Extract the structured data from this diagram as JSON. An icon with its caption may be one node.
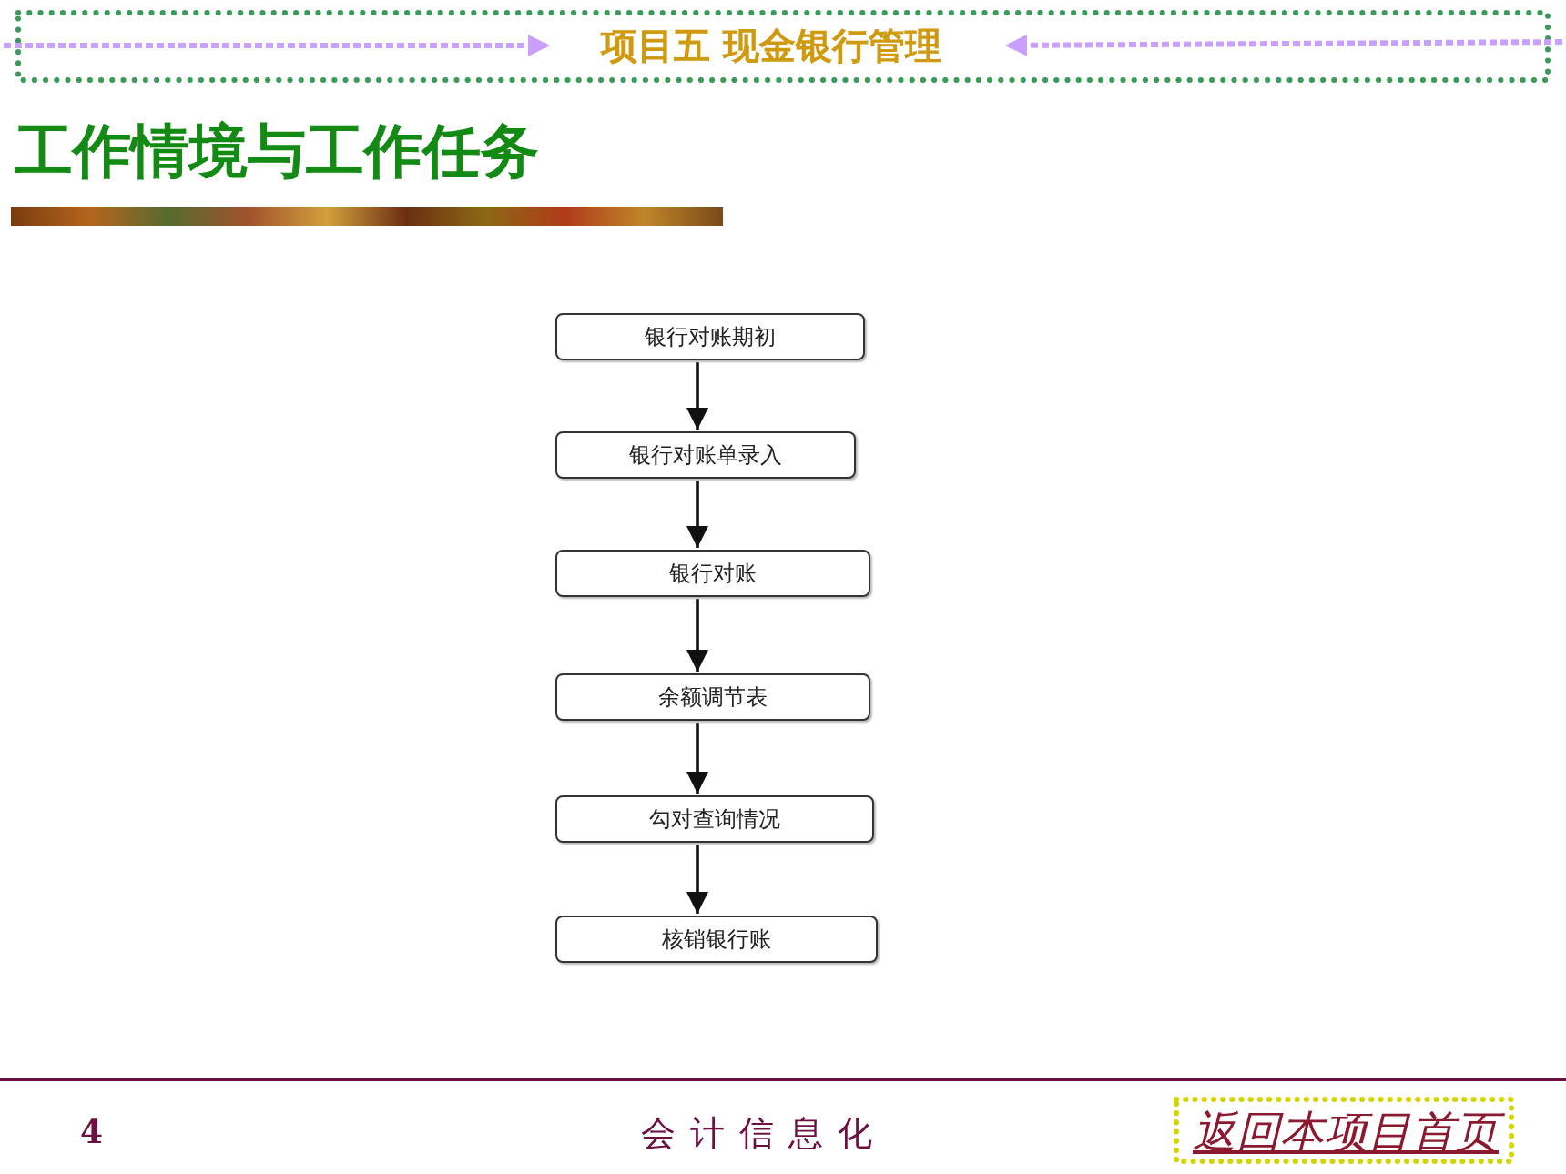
{
  "diagram": {
    "title": "工作情境与工作任务",
    "nodes": [
      {
        "text": [
          "银行对账期初"
        ]
      },
      {
        "text": [
          "银行对账单录入"
        ]
      },
      {
        "text": [
          "银行对账"
        ]
      },
      {
        "text": [
          "余额调节表"
        ]
      },
      {
        "text": [
          "勾对查询情况"
        ]
      },
      {
        "text": [
          "核销银行账"
        ]
      }
    ],
    "edges": [
      {
        "from": 0,
        "to": 1,
        "arrow": "to"
      },
      {
        "from": 1,
        "to": 2,
        "arrow": "to"
      },
      {
        "from": 2,
        "to": 3,
        "arrow": "to"
      },
      {
        "from": 3,
        "to": 4,
        "arrow": "to"
      },
      {
        "from": 4,
        "to": 5,
        "arrow": "to"
      }
    ],
    "labels": [
      "项目五 现金银行管理",
      "4",
      "会计信息化",
      "返回本项目首页"
    ]
  }
}
